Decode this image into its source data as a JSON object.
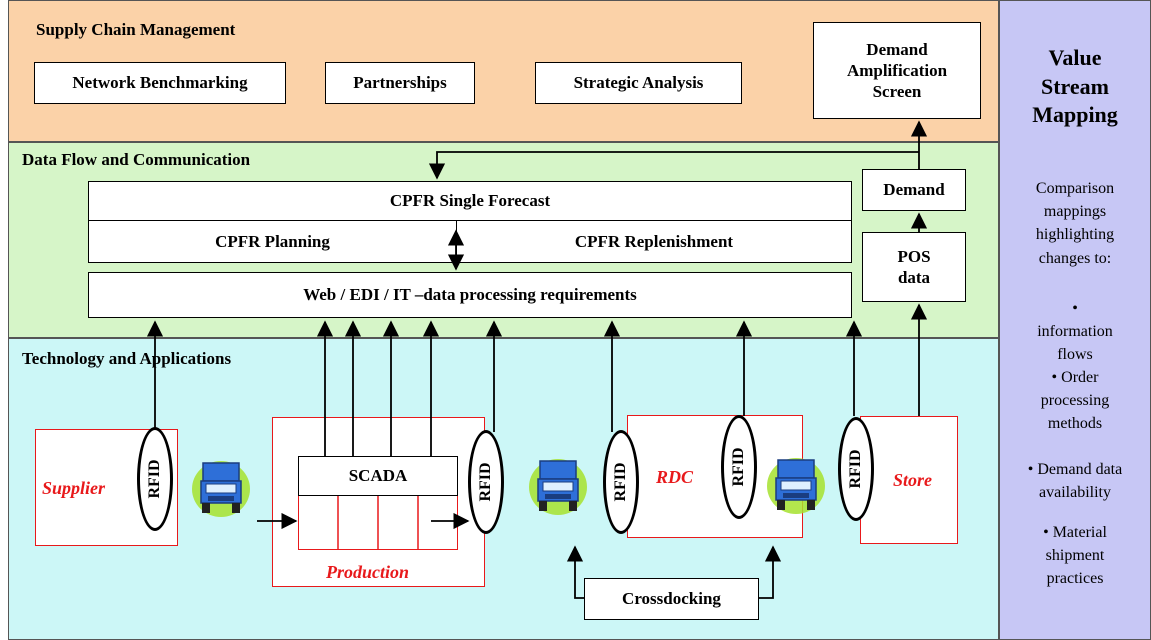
{
  "bands": {
    "scm": "Supply Chain Management",
    "dfc": "Data Flow and Communication",
    "tech": "Technology and Applications"
  },
  "scm_boxes": {
    "network": "Network Benchmarking",
    "partnerships": "Partnerships",
    "strategic": "Strategic Analysis",
    "demand_amp": "Demand Amplification Screen"
  },
  "cpfr": {
    "forecast": "CPFR Single Forecast",
    "planning": "CPFR Planning",
    "replenishment": "CPFR Replenishment",
    "web": "Web / EDI / IT –data processing requirements"
  },
  "right_col": {
    "demand": "Demand",
    "pos": "POS data"
  },
  "nodes": {
    "supplier": "Supplier",
    "production": "Production",
    "scada": "SCADA",
    "rdc": "RDC",
    "store": "Store",
    "crossdocking": "Crossdocking",
    "rfid": "RFID"
  },
  "vsm": {
    "title": "Value Stream Mapping",
    "intro": "Comparison mappings highlighting changes to:",
    "items": [
      "• information flows",
      "• Order processing methods",
      "• Demand data availability",
      "• Material shipment practices"
    ]
  },
  "colors": {
    "scm_band": "#fbd2a8",
    "dfc_band": "#d6f5c8",
    "tech_band": "#ccf7f7",
    "vsm_band": "#c7c7f5",
    "node_red": "#e8191b",
    "truck_blue": "#2e6fd8",
    "truck_glow": "#a6e22e"
  },
  "icons": {
    "truck": "truck-icon",
    "rfid": "rfid-tag-icon"
  }
}
